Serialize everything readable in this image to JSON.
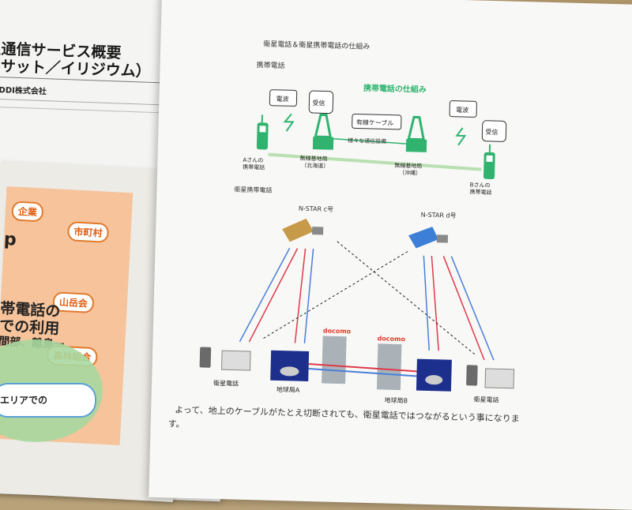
{
  "left_brochure": {
    "title_line1": "星通信サービス概要",
    "title_line2": "ルサット／イリジウム）",
    "company": "KDDI株式会社",
    "tags": [
      "企業",
      "市町村",
      "山岳会",
      "森林組合"
    ],
    "text_lines": [
      "p",
      "帯電話の",
      "での利用",
      "間部、離島ー",
      "エリアでの"
    ]
  },
  "document": {
    "heading": "衛星電話＆衛星携帯電話の仕組み",
    "section1": "携帯電話",
    "diagram1": {
      "title": "携帯電話の仕組み",
      "bubbles": [
        "電波",
        "受信",
        "有線ケーブル",
        "電波",
        "受信"
      ],
      "note": "様々な通信設備",
      "labels": [
        "Aさんの",
        "携帯電話",
        "無線基地局",
        "（北海道）",
        "無線基地局",
        "（沖縄）",
        "Bさんの",
        "携帯電話"
      ]
    },
    "section2": "衛星携帯電話",
    "diagram2": {
      "satellite1": "N-STAR c号",
      "satellite2": "N-STAR d号",
      "brand1": "docomo",
      "brand2": "docomo",
      "labels": [
        "衛星電話",
        "地球局A",
        "地球局B",
        "衛星電話"
      ]
    },
    "caption_line1": "よって、地上のケーブルがたとえ切断されても、衛星電話ではつながるという事になりま",
    "caption_line2": "す。"
  },
  "colors": {
    "green": "#2fb36e",
    "blue_station": "#1c2f8c",
    "red_arrow": "#e0394a",
    "blue_arrow": "#4a7fd8",
    "docomo_red": "#e0392a"
  }
}
